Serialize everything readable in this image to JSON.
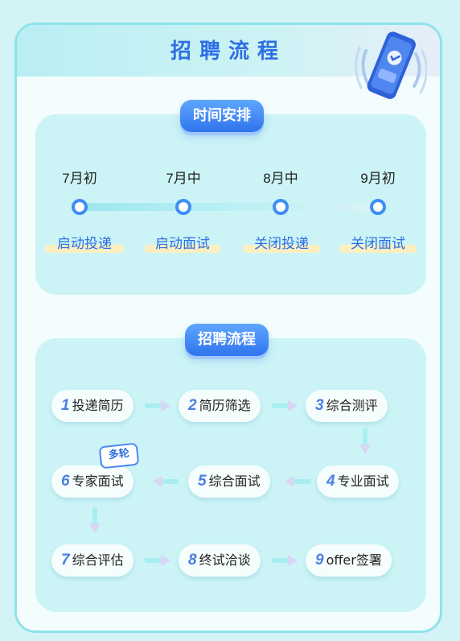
{
  "header": {
    "title": "招聘流程"
  },
  "schedule": {
    "pill": "时间安排",
    "items": [
      {
        "month": "7月初",
        "label": "启动投递"
      },
      {
        "month": "7月中",
        "label": "启动面试"
      },
      {
        "month": "8月中",
        "label": "关闭投递"
      },
      {
        "month": "9月初",
        "label": "关闭面试"
      }
    ]
  },
  "process": {
    "pill": "招聘流程",
    "badge": "多轮",
    "steps": [
      {
        "num": "1",
        "label": "投递简历"
      },
      {
        "num": "2",
        "label": "简历筛选"
      },
      {
        "num": "3",
        "label": "综合测评"
      },
      {
        "num": "4",
        "label": "专业面试"
      },
      {
        "num": "5",
        "label": "综合面试"
      },
      {
        "num": "6",
        "label": "专家面试"
      },
      {
        "num": "7",
        "label": "综合评估"
      },
      {
        "num": "8",
        "label": "终试洽谈"
      },
      {
        "num": "9",
        "label": "offer签署"
      }
    ]
  },
  "colors": {
    "accent": "#2f6fe3",
    "panel": "#ccf4f6",
    "border": "#8ee3ea",
    "highlight": "#fbefc2"
  }
}
